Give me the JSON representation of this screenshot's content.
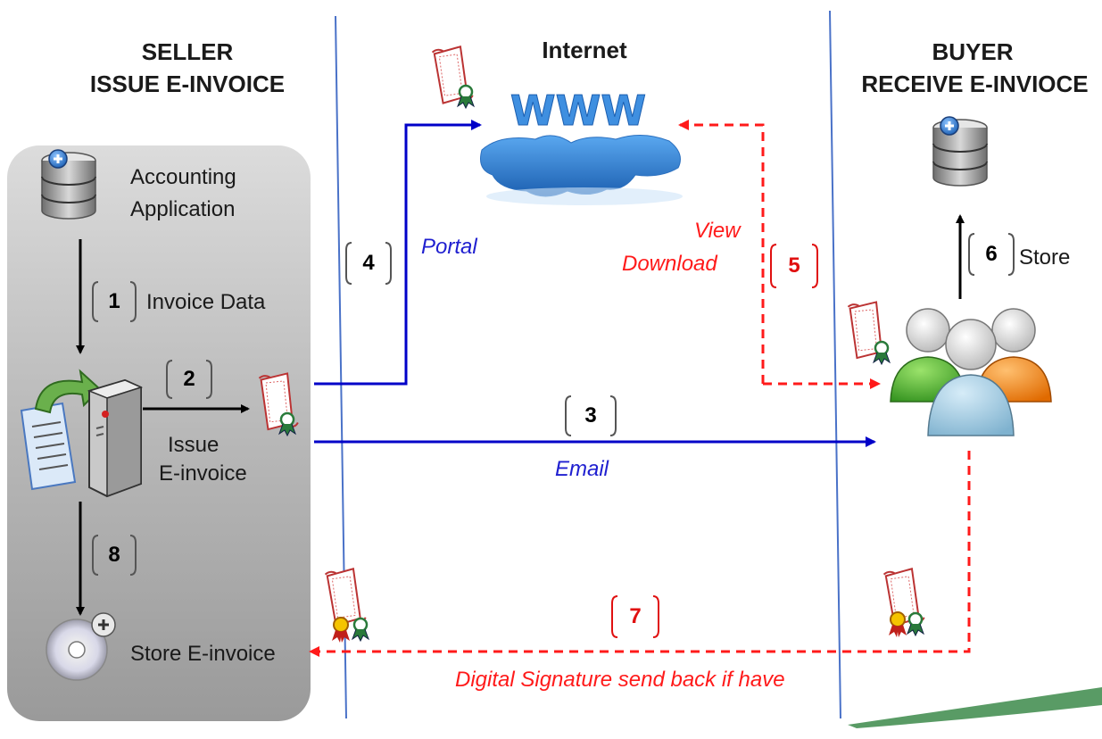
{
  "headers": {
    "seller_line1": "SELLER",
    "seller_line2": "ISSUE E-INVOICE",
    "internet": "Internet",
    "buyer_line1": "BUYER",
    "buyer_line2": "RECEIVE E-INVIOCE"
  },
  "seller": {
    "accounting_line1": "Accounting",
    "accounting_line2": "Application",
    "invoice_data": "Invoice Data",
    "issue_line1": "Issue",
    "issue_line2": "E-invoice",
    "store": "Store E-invoice"
  },
  "steps": {
    "s1": "1",
    "s2": "2",
    "s3": "3",
    "s4": "4",
    "s5": "5",
    "s6": "6",
    "s7": "7",
    "s8": "8"
  },
  "flows": {
    "portal": "Portal",
    "email": "Email",
    "view": "View",
    "download": "Download",
    "store": "Store",
    "signature_back": "Digital Signature send back if have"
  },
  "icons": {
    "www_text": "WWW"
  },
  "colors": {
    "blue_line": "#0000c8",
    "red_dashed": "#ff1a1a",
    "divider": "#4a72c8",
    "panel": "#a9a9a9"
  }
}
